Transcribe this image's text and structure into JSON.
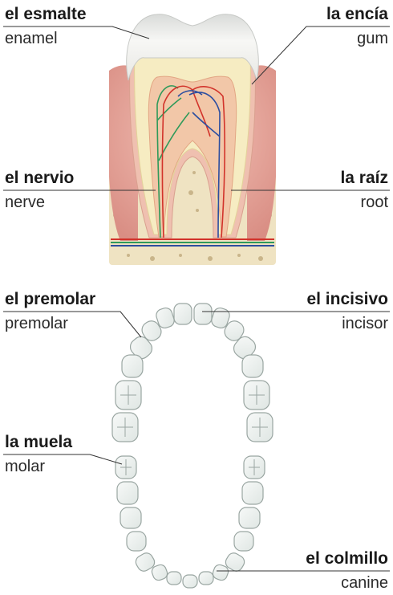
{
  "labels": {
    "enamel": {
      "es": "el esmalte",
      "en": "enamel"
    },
    "gum": {
      "es": "la encía",
      "en": "gum"
    },
    "nerve": {
      "es": "el nervio",
      "en": "nerve"
    },
    "root": {
      "es": "la raíz",
      "en": "root"
    },
    "premolar": {
      "es": "el premolar",
      "en": "premolar"
    },
    "incisor": {
      "es": "el incisivo",
      "en": "incisor"
    },
    "molar": {
      "es": "la muela",
      "en": "molar"
    },
    "canine": {
      "es": "el colmillo",
      "en": "canine"
    }
  },
  "colors": {
    "enamel": "#f1f1ef",
    "dentin": "#f6ecc2",
    "pulp": "#f2c7a8",
    "gum": "#e7a59a",
    "bone": "#efe3c2",
    "nerve_green": "#2f9a5a",
    "vessel_red": "#d2332b",
    "vessel_blue": "#2c4ea0",
    "arch_tooth": "#eef2f0",
    "arch_outline": "#9aa6a2"
  }
}
